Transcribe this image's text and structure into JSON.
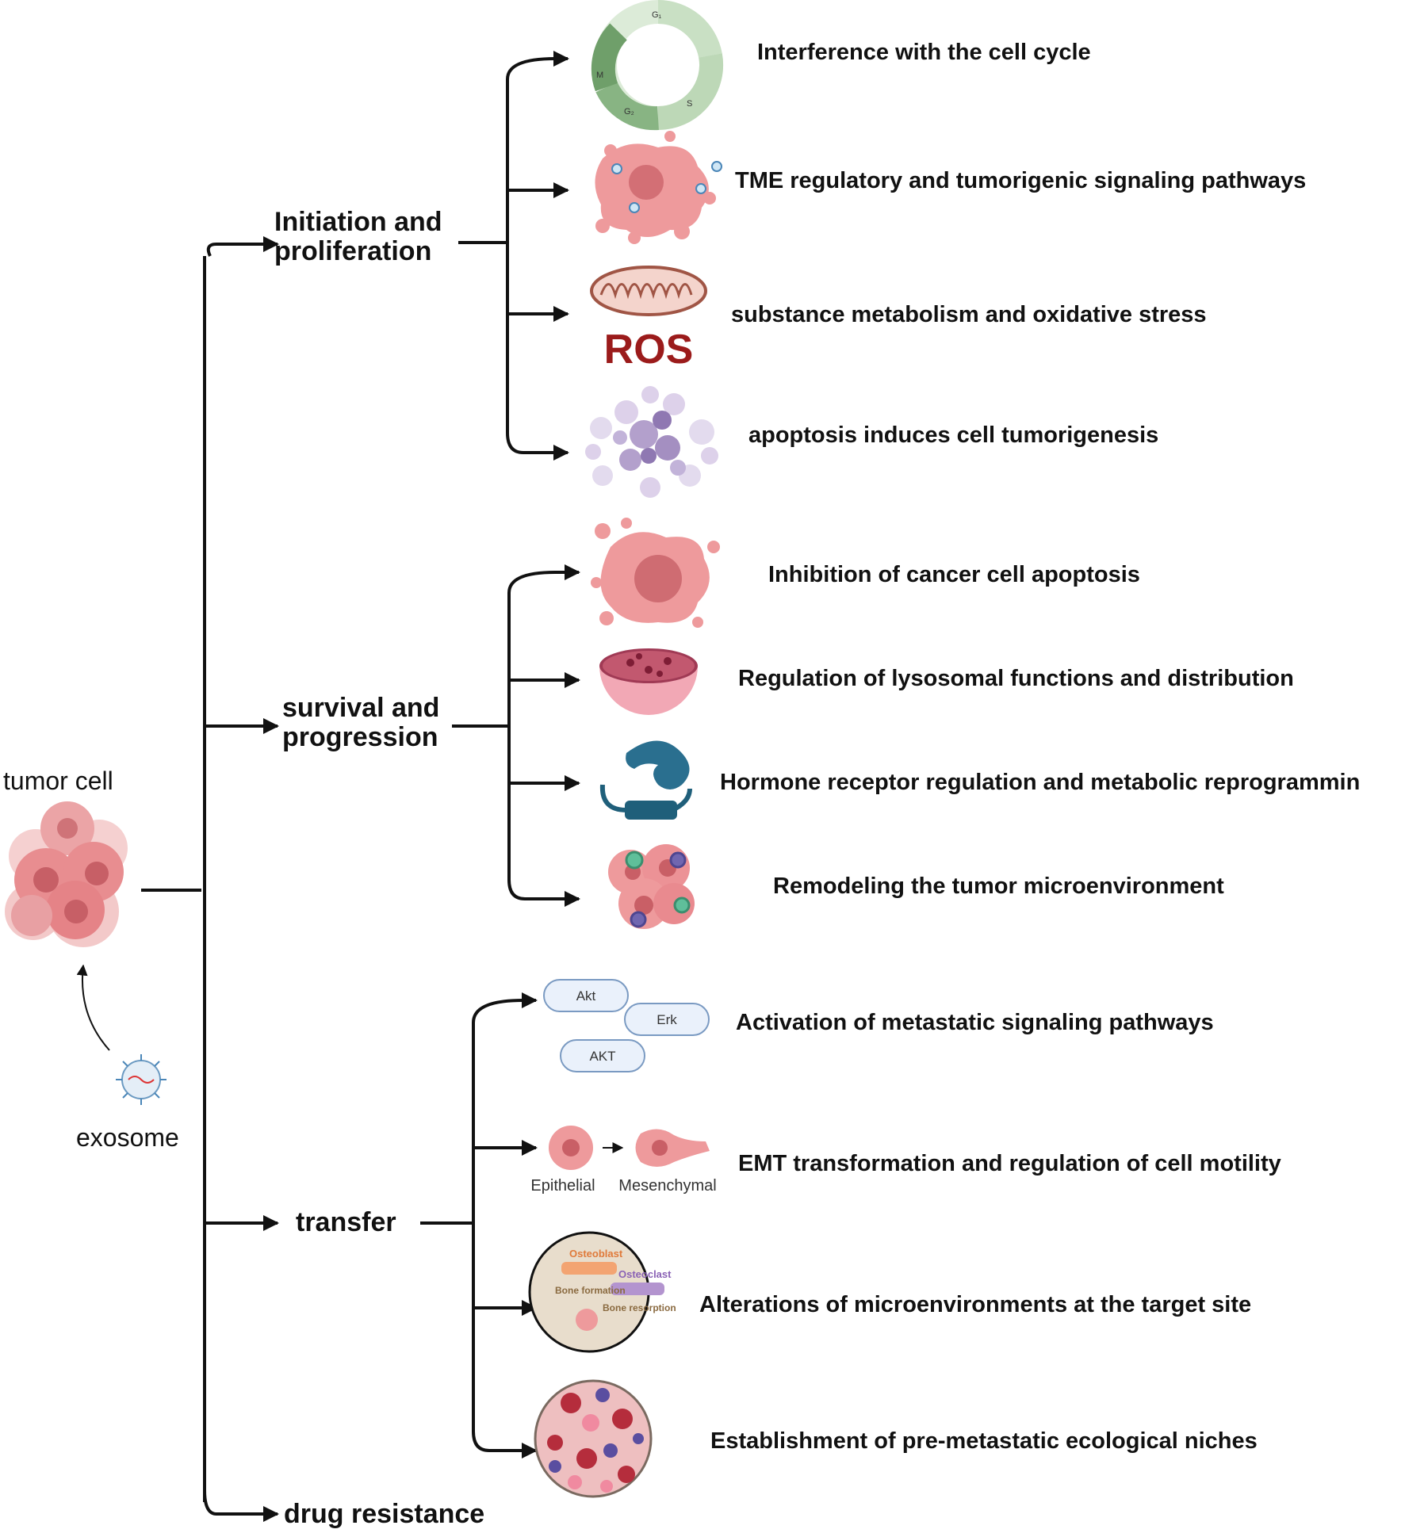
{
  "root": {
    "label": "tumor cell",
    "exosome_label": "exosome"
  },
  "categories": [
    {
      "label": "Initiation and proliferation"
    },
    {
      "label": "survival and progression"
    },
    {
      "label": "transfer"
    },
    {
      "label": "drug resistance"
    }
  ],
  "items": [
    {
      "label": "Interference with the cell cycle",
      "icon": "cell-cycle-icon"
    },
    {
      "label": "TME regulatory and tumorigenic signaling pathways",
      "icon": "tumor-cluster-icon"
    },
    {
      "label": "substance metabolism and oxidative stress",
      "icon": "mitochondrion-icon"
    },
    {
      "label": "apoptosis induces cell tumorigenesis",
      "icon": "apoptotic-body-icon"
    },
    {
      "label": "Inhibition of cancer cell apoptosis",
      "icon": "cancer-cell-icon"
    },
    {
      "label": "Regulation of lysosomal functions and distribution",
      "icon": "lysosome-icon"
    },
    {
      "label": "Hormone receptor regulation and metabolic reprogrammin",
      "icon": "hormone-receptor-icon"
    },
    {
      "label": "Remodeling the tumor microenvironment",
      "icon": "immune-cells-icon"
    },
    {
      "label": "Activation of metastatic signaling pathways",
      "icon": "kinase-pills-icon"
    },
    {
      "label": "EMT transformation and regulation of cell motility",
      "icon": "emt-icon"
    },
    {
      "label": "Alterations of microenvironments at the target site",
      "icon": "bone-niche-icon"
    },
    {
      "label": "Establishment of pre-metastatic ecological niches",
      "icon": "metastatic-niche-icon"
    }
  ],
  "icon_text": {
    "cell_cycle_phases": [
      "G1",
      "S",
      "G2",
      "M"
    ],
    "ros": "ROS",
    "kinases": [
      "Akt",
      "Erk",
      "AKT"
    ],
    "emt_from": "Epithelial",
    "emt_to": "Mesenchymal",
    "bone": {
      "osteoblast": "Osteoblast",
      "osteoclast": "Osteoclast",
      "bone_formation": "Bone formation",
      "bone_resorption": "Bone resorption"
    }
  },
  "colors": {
    "line": "#111111",
    "tumor_pink": "#e8868a",
    "tumor_dark": "#c95f66",
    "ros_red": "#9b1b1b",
    "cycle_green": "#7ea978",
    "apoptosis_purple": "#9b87b5",
    "receptor_teal": "#1f5f7a"
  }
}
